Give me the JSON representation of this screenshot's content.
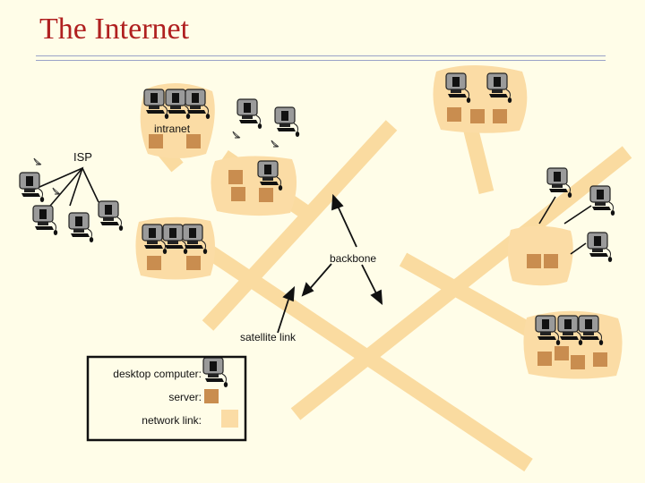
{
  "title": "The Internet",
  "labels": {
    "intranet": "intranet",
    "isp": "ISP",
    "backbone": "backbone",
    "satellite_link": "satellite link"
  },
  "legend": {
    "desktop_computer": "desktop computer:",
    "server": "server:",
    "network_link": "network link:"
  },
  "icons": {
    "computer": "desktop-computer-icon",
    "server": "server-icon",
    "satellite_dish": "satellite-dish-icon"
  },
  "colors": {
    "title": "#b02020",
    "background": "#fffde8",
    "link": "#fadba0",
    "cluster": "#fbdca5",
    "server": "#c98d4f",
    "monitor": "#9a9a9a",
    "wire": "#111111"
  }
}
